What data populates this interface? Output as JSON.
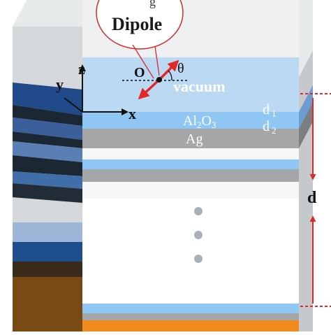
{
  "figure": {
    "dipole_label": "Dipole",
    "dipole_label_cut": "g",
    "origin_label": "O",
    "angle_label": "θ",
    "axis_z": "z",
    "axis_y": "y",
    "axis_x": "x",
    "region_vacuum": "vacuum",
    "layer_dielectric": "Al",
    "layer_dielectric_sub1": "2",
    "layer_dielectric_mid": "O",
    "layer_dielectric_sub2": "3",
    "layer_metal": "Ag",
    "thickness_1": "d",
    "thickness_1_sub": "1",
    "thickness_2": "d",
    "thickness_2_sub": "2",
    "period_label": "d",
    "colors": {
      "vacuum": "#bcd9f3",
      "dielectric": "#8fc6f3",
      "metal": "#a4a6a8",
      "dark_band": "#1b2733",
      "substrate": "#f08a1c",
      "arrow": "#e32626"
    }
  }
}
